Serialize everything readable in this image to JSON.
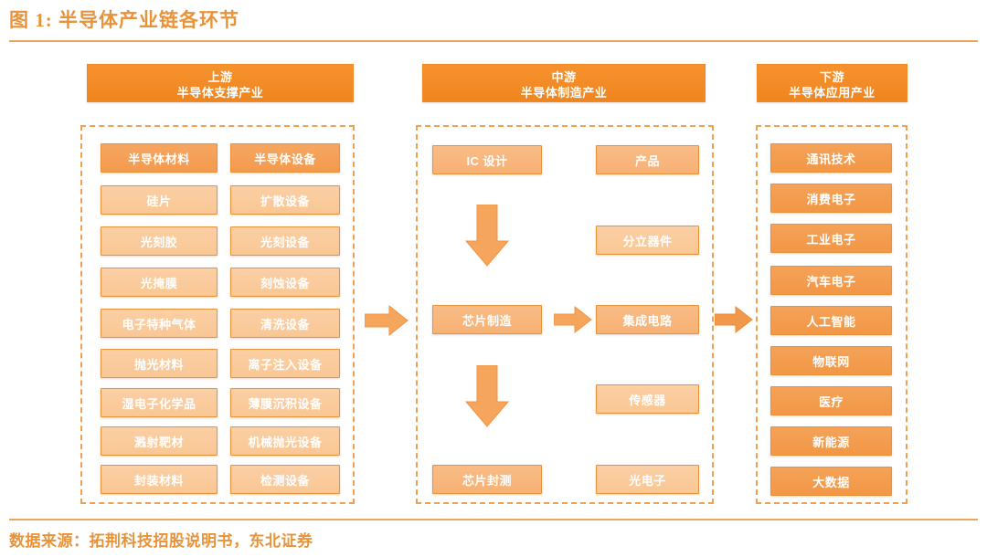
{
  "figure": {
    "title": "图 1: 半导体产业链各环节",
    "source_note": "数据来源：拓荆科技招股说明书，东北证券"
  },
  "colors": {
    "accent": "#e8933a",
    "header_bar": "#f0851f",
    "node_strong": "#f39a4e",
    "node_light": "#f9c794",
    "dashed_border": "#f0a050",
    "arrow": "#f5a65c",
    "arrow_deep": "#f08a2a"
  },
  "sections": [
    {
      "id": "upstream",
      "header_line1": "上游",
      "header_line2": "半导体支撑产业",
      "columns": [
        {
          "id": "materials",
          "items": [
            {
              "label": "半导体材料",
              "style": "strong"
            },
            {
              "label": "硅片",
              "style": "light"
            },
            {
              "label": "光刻胶",
              "style": "light"
            },
            {
              "label": "光掩膜",
              "style": "light"
            },
            {
              "label": "电子特种气体",
              "style": "light"
            },
            {
              "label": "抛光材料",
              "style": "light"
            },
            {
              "label": "湿电子化学品",
              "style": "light"
            },
            {
              "label": "溅射靶材",
              "style": "light"
            },
            {
              "label": "封装材料",
              "style": "light"
            }
          ]
        },
        {
          "id": "equipment",
          "items": [
            {
              "label": "半导体设备",
              "style": "strong"
            },
            {
              "label": "扩散设备",
              "style": "light"
            },
            {
              "label": "光刻设备",
              "style": "light"
            },
            {
              "label": "刻蚀设备",
              "style": "light"
            },
            {
              "label": "清洗设备",
              "style": "light"
            },
            {
              "label": "离子注入设备",
              "style": "light"
            },
            {
              "label": "薄膜沉积设备",
              "style": "light"
            },
            {
              "label": "机械抛光设备",
              "style": "light"
            },
            {
              "label": "检测设备",
              "style": "light"
            }
          ]
        }
      ]
    },
    {
      "id": "midstream",
      "header_line1": "中游",
      "header_line2": "半导体制造产业",
      "process": [
        {
          "label": "IC 设计",
          "style": "mid"
        },
        {
          "label": "芯片制造",
          "style": "mid"
        },
        {
          "label": "芯片封测",
          "style": "mid"
        }
      ],
      "products": [
        {
          "label": "产品",
          "style": "mid"
        },
        {
          "label": "分立器件",
          "style": "light"
        },
        {
          "label": "集成电路",
          "style": "mid"
        },
        {
          "label": "传感器",
          "style": "light"
        },
        {
          "label": "光电子",
          "style": "light"
        }
      ]
    },
    {
      "id": "downstream",
      "header_line1": "下游",
      "header_line2": "半导体应用产业",
      "items": [
        {
          "label": "通讯技术",
          "style": "deep"
        },
        {
          "label": "消费电子",
          "style": "deep"
        },
        {
          "label": "工业电子",
          "style": "deep"
        },
        {
          "label": "汽车电子",
          "style": "deep"
        },
        {
          "label": "人工智能",
          "style": "deep"
        },
        {
          "label": "物联网",
          "style": "deep"
        },
        {
          "label": "医疗",
          "style": "deep"
        },
        {
          "label": "新能源",
          "style": "deep"
        },
        {
          "label": "大数据",
          "style": "deep"
        }
      ]
    }
  ],
  "arrows": {
    "up_to_mid": "arrow-right-upstream-to-midstream",
    "mid_to_products": "arrow-right-process-to-products",
    "mid_to_down": "arrow-right-midstream-to-downstream",
    "design_to_fab": "arrow-down-design-to-fab",
    "fab_to_test": "arrow-down-fab-to-test"
  }
}
